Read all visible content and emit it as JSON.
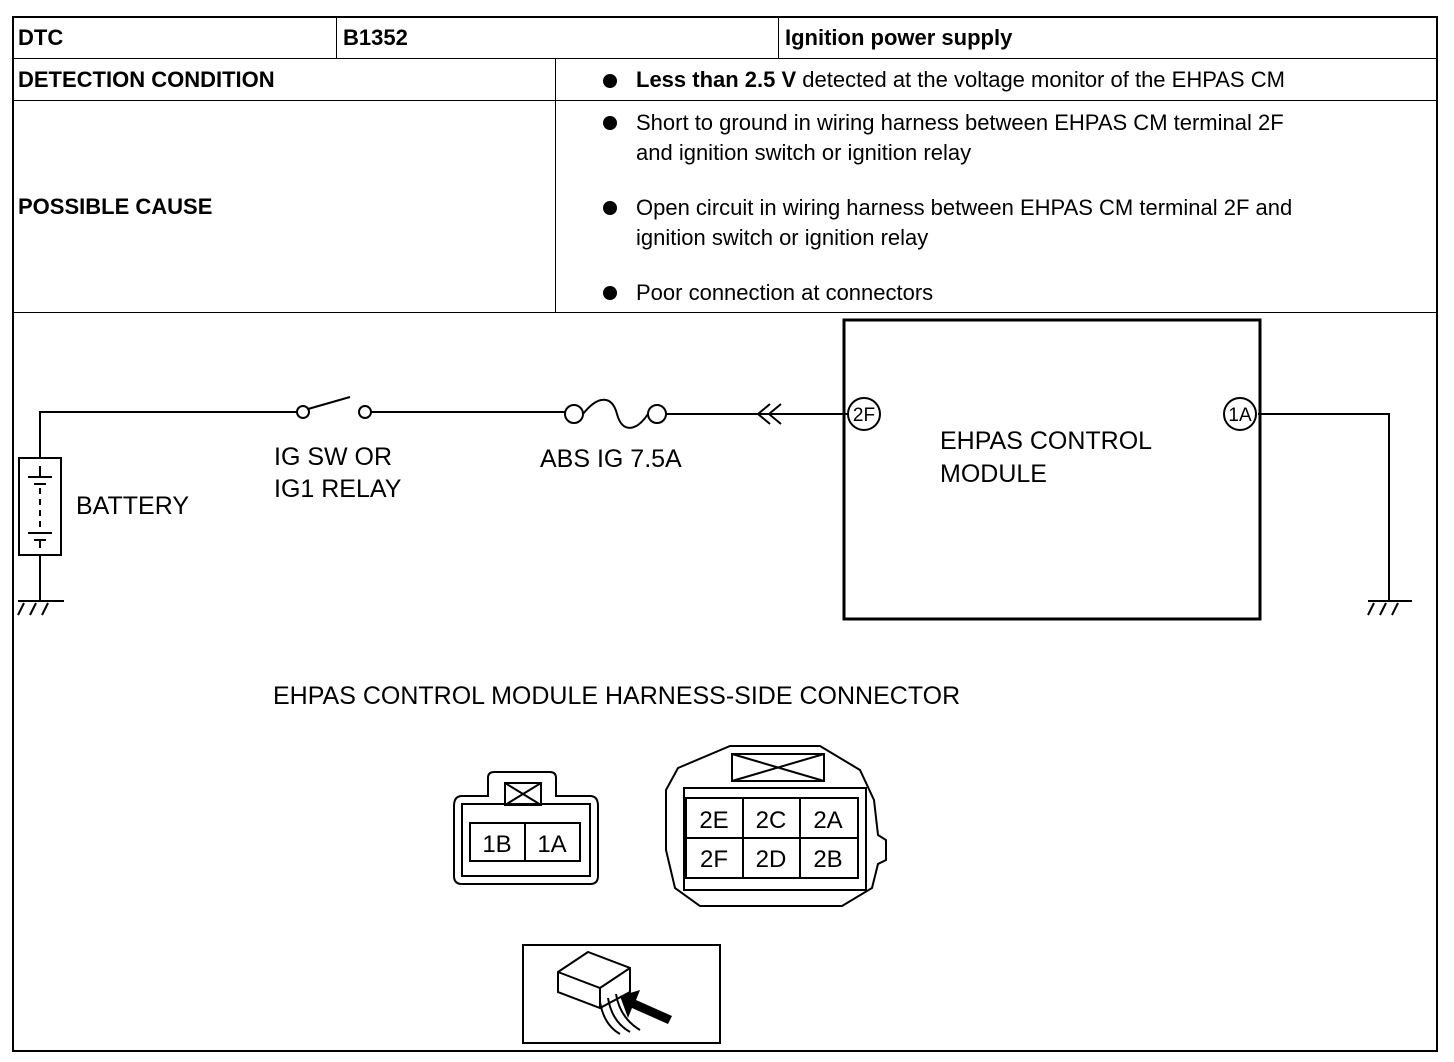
{
  "table": {
    "dtc_label": "DTC",
    "dtc_code": "B1352",
    "dtc_title": "Ignition power supply",
    "detection_label": "DETECTION CONDITION",
    "detection_bold": "Less than 2.5 V",
    "detection_rest": " detected at the voltage monitor of the EHPAS CM",
    "cause_label": "POSSIBLE CAUSE",
    "causes": [
      [
        "Short to ground in wiring harness between EHPAS CM terminal 2F",
        "and ignition switch or ignition relay"
      ],
      [
        "Open circuit in wiring harness between EHPAS CM terminal 2F and",
        "ignition switch or ignition relay"
      ],
      [
        "Poor connection at connectors"
      ]
    ]
  },
  "diagram": {
    "battery_label": "BATTERY",
    "switch_label_1": "IG SW OR",
    "switch_label_2": "IG1 RELAY",
    "fuse_label": "ABS IG 7.5A",
    "module_label_1": "EHPAS CONTROL",
    "module_label_2": "MODULE",
    "terminal_in": "2F",
    "terminal_out": "1A",
    "connector_title": "EHPAS CONTROL MODULE HARNESS-SIDE CONNECTOR",
    "small_connector_pins": [
      "1B",
      "1A"
    ],
    "large_connector_pins_top": [
      "2E",
      "2C",
      "2A"
    ],
    "large_connector_pins_bottom": [
      "2F",
      "2D",
      "2B"
    ]
  }
}
